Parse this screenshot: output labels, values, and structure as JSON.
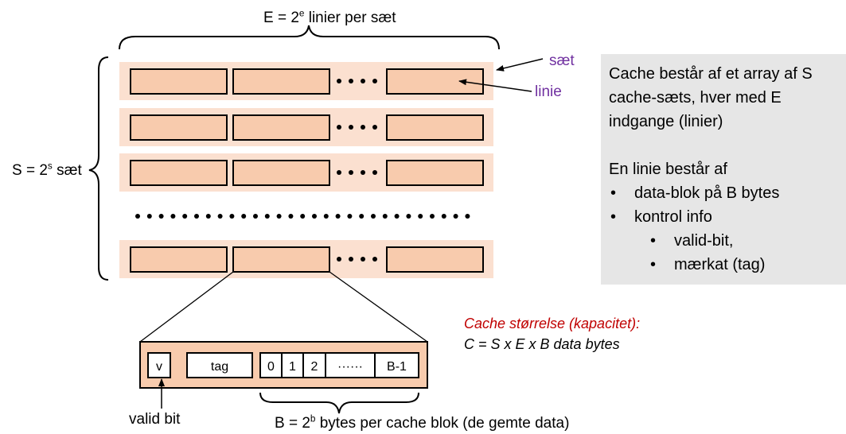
{
  "top_label": {
    "base": "E = 2",
    "exp": "e",
    "rest": " linier per sæt"
  },
  "left_label": {
    "base": "S = 2",
    "exp": "s",
    "rest": " sæt"
  },
  "bottom_label": {
    "base": "B = 2",
    "exp": "b",
    "rest": " bytes per cache blok (de gemte data)"
  },
  "set_label": "sæt",
  "line_label": "linie",
  "valid_bit_label": "valid bit",
  "line_detail": {
    "valid": "v",
    "tag": "tag",
    "bytes": [
      "0",
      "1",
      "2",
      "······",
      "B-1"
    ]
  },
  "info": {
    "para1": "Cache består af et array af S cache-sæts, hver med E indgange (linier)",
    "para2": "En linie består af",
    "items": [
      "data-blok på B bytes",
      "kontrol info"
    ],
    "subitems": [
      "valid-bit,",
      "mærkat (tag)"
    ]
  },
  "formula": {
    "title": "Cache størrelse (kapacitet):",
    "expr": "C = S x E x B data bytes"
  },
  "colors": {
    "set_fill": "#fbe0d0",
    "line_fill": "#f8cbad",
    "purple": "#7030a0",
    "red": "#c00000",
    "info_bg": "#e6e6e6"
  }
}
